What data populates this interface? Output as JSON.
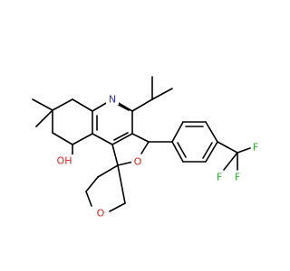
{
  "labels": {
    "n1": "N",
    "o_hydroxyl": "OH",
    "o_furan": "O",
    "o_pyran": "O",
    "f1": "F",
    "f2": "F",
    "f3": "F"
  },
  "colors": {
    "bond": "#000000",
    "nitrogen": "#3030d8",
    "oxygen": "#e02020",
    "fluorine": "#33a933",
    "background": "#ffffff"
  }
}
